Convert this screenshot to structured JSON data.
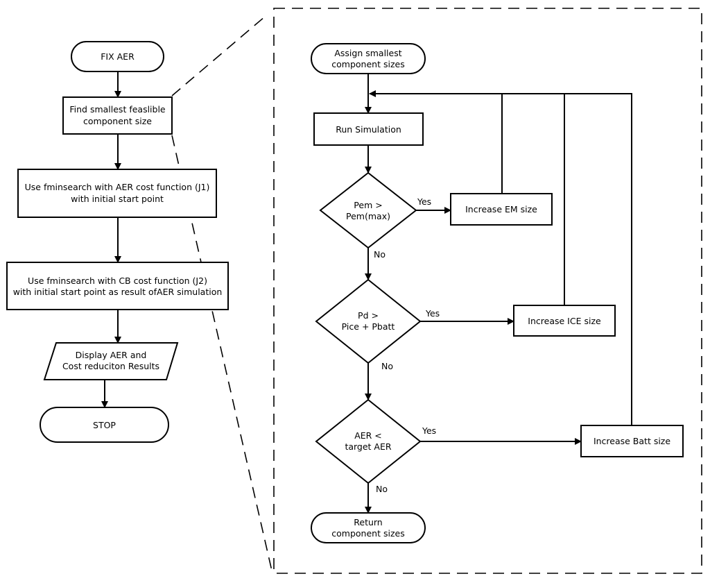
{
  "left": {
    "start": "FIX AER",
    "step1": [
      "Find smallest feaslible",
      "component size"
    ],
    "step2": [
      "Use fminsearch with AER cost function (J1)",
      "with initial start point"
    ],
    "step3": [
      "Use fminsearch with CB cost function (J2)",
      "with initial start point as result ofAER simulation"
    ],
    "output": [
      "Display AER and",
      "Cost reduciton Results"
    ],
    "stop": "STOP"
  },
  "right": {
    "start": [
      "Assign smallest",
      "component sizes"
    ],
    "run": "Run Simulation",
    "decision1": [
      "Pem >",
      "Pem(max)"
    ],
    "decision2": [
      "Pd >",
      "Pice + Pbatt"
    ],
    "decision3": [
      "AER <",
      "target AER"
    ],
    "action1": "Increase EM size",
    "action2": "Increase ICE size",
    "action3": "Increase Batt size",
    "yes": "Yes",
    "no": "No",
    "end": [
      "Return",
      "component sizes"
    ]
  }
}
